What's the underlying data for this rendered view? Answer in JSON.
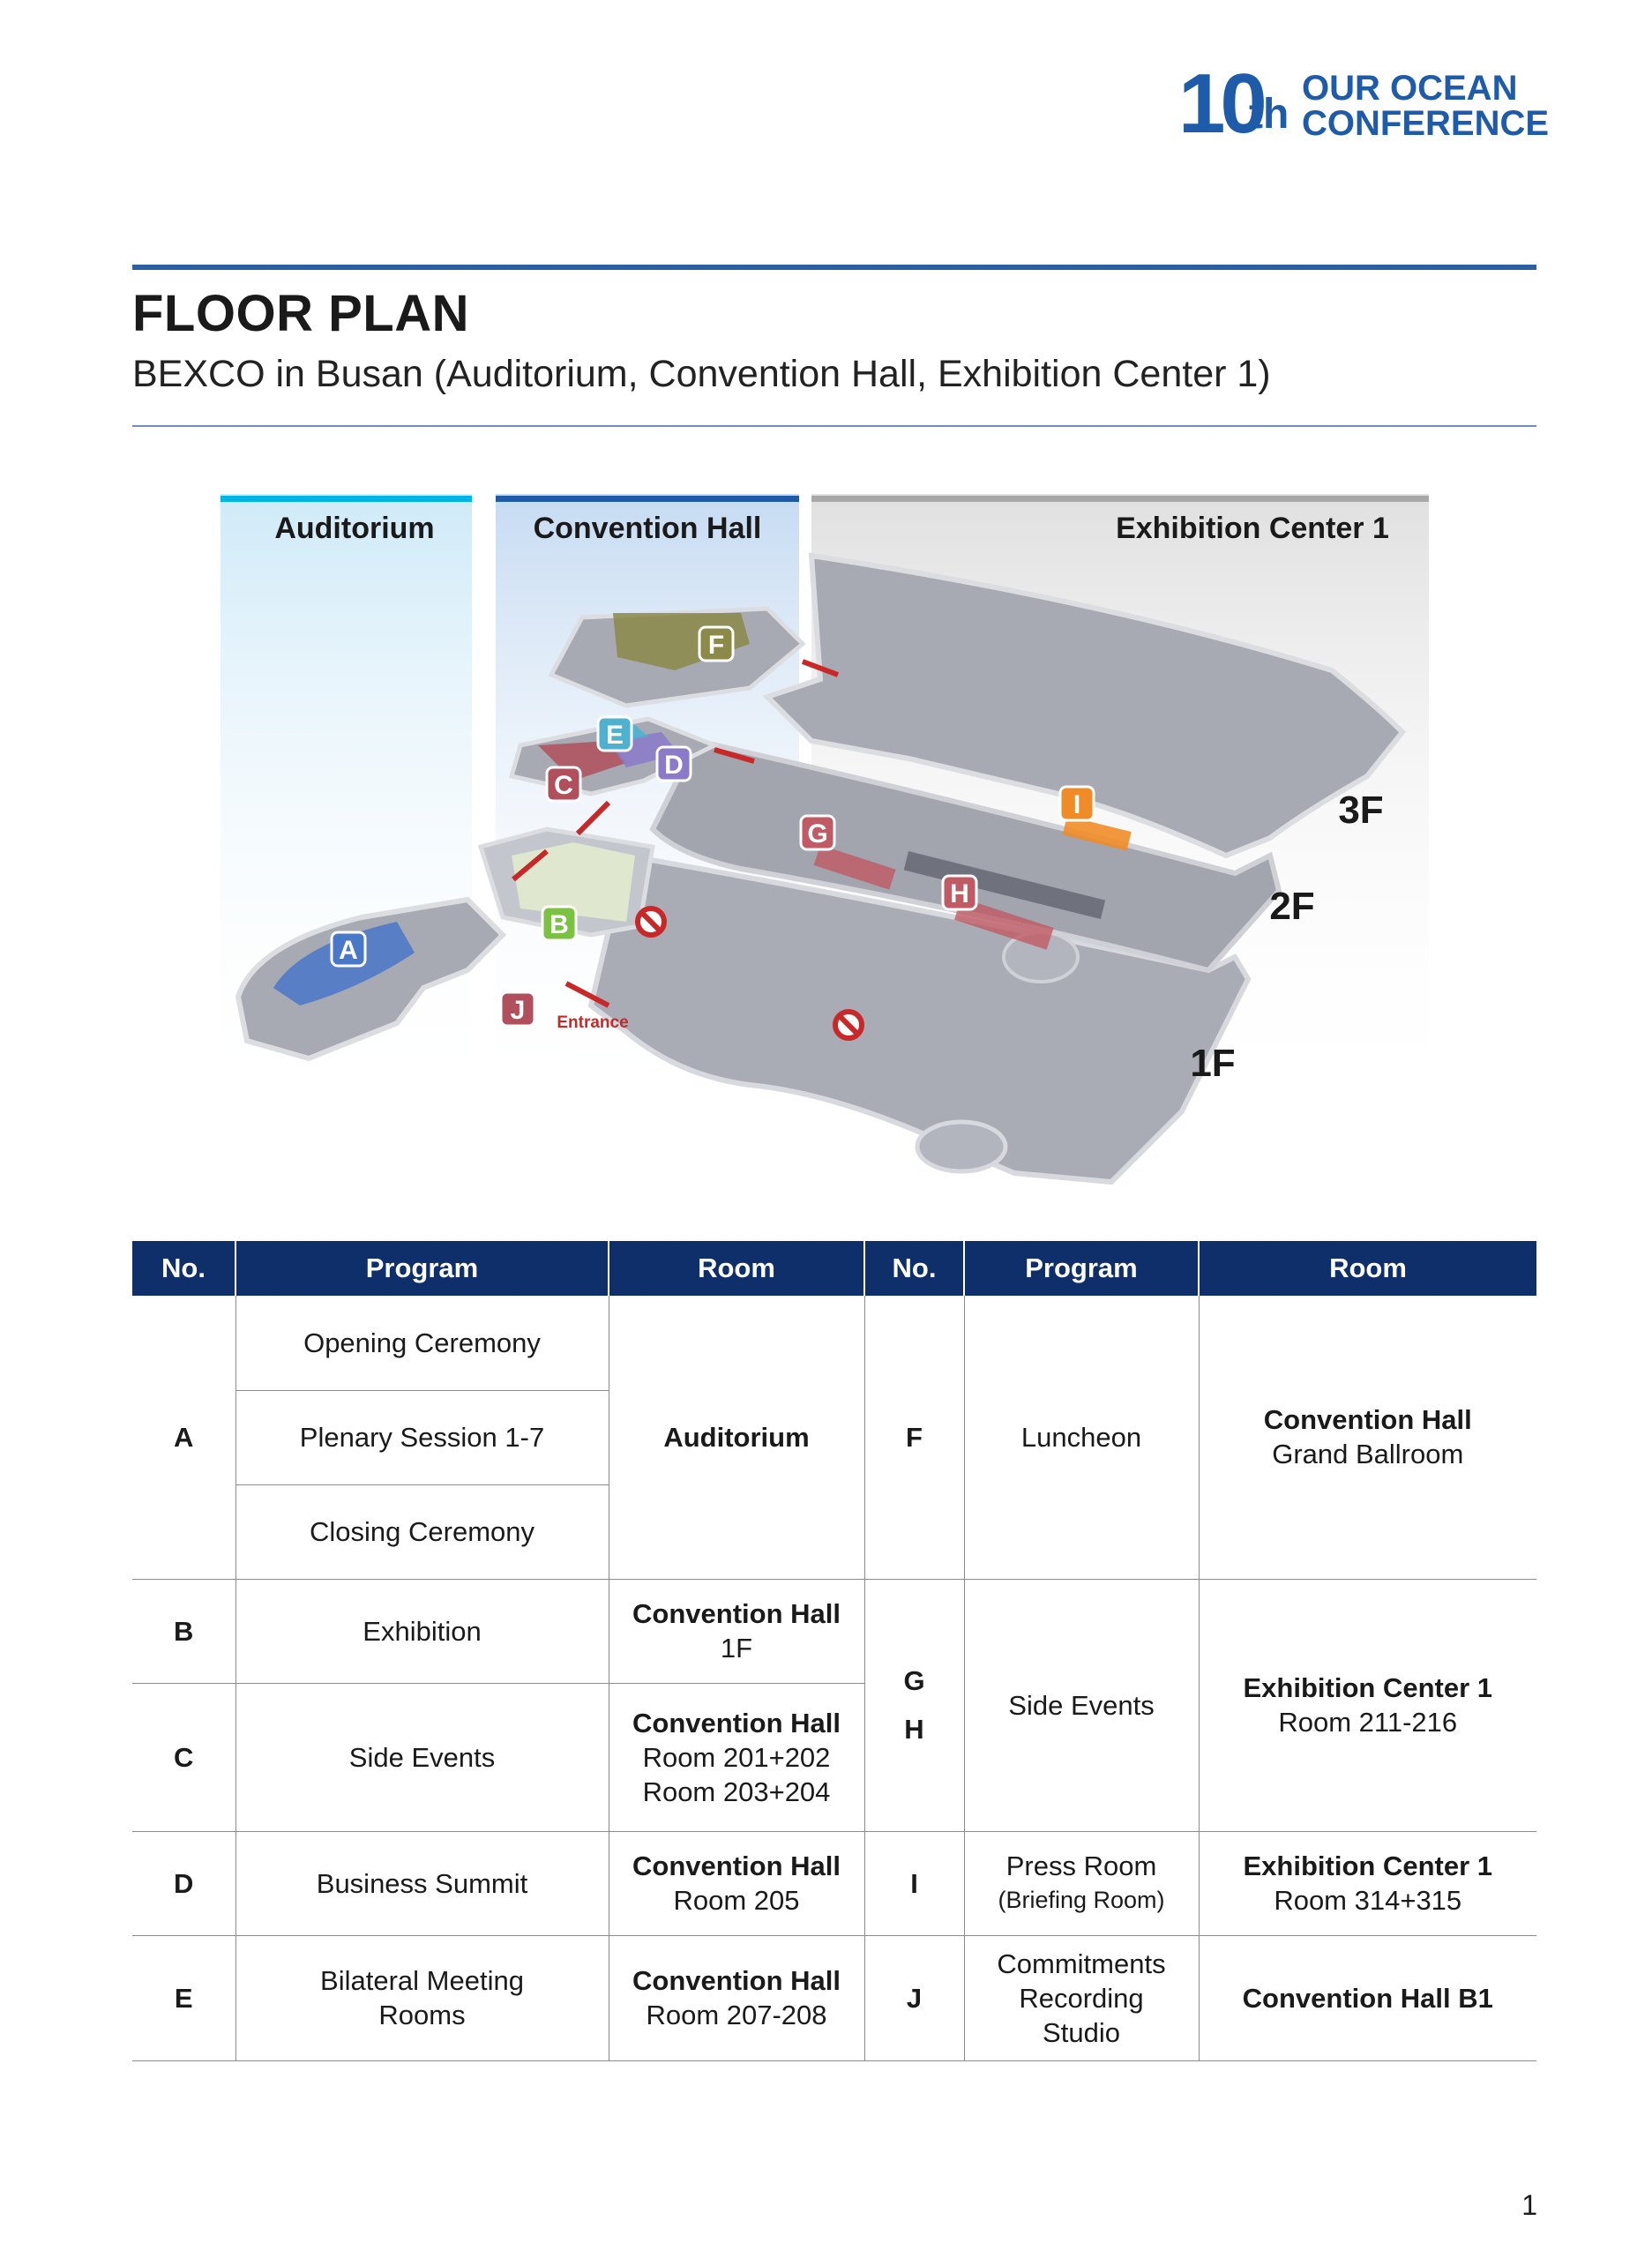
{
  "logo": {
    "number": "10",
    "suffix": "th",
    "line1": "OUR OCEAN",
    "line2": "CONFERENCE"
  },
  "header": {
    "title": "FLOOR PLAN",
    "subtitle": "BEXCO in Busan (Auditorium, Convention Hall, Exhibition Center 1)"
  },
  "floor_plan": {
    "zones": [
      "Auditorium",
      "Convention Hall",
      "Exhibition Center 1"
    ],
    "floors": [
      "3F",
      "2F",
      "1F"
    ],
    "entrance_label": "Entrance",
    "markers": [
      "A",
      "B",
      "C",
      "D",
      "E",
      "F",
      "G",
      "H",
      "I",
      "J"
    ],
    "colors": {
      "auditorium_band": "#00b4e6",
      "convention_band": "#1f5aa8",
      "exhibition_band": "#a8a8a8",
      "arrow": "#c82828",
      "marker_A": "#4a78c8",
      "marker_B": "#7cc242",
      "marker_C": "#b0505c",
      "marker_D": "#8a7ac8",
      "marker_E": "#4fb0d0",
      "marker_F": "#8c8a48",
      "marker_G": "#c05a64",
      "marker_H": "#c05a64",
      "marker_I": "#f08c28",
      "marker_J": "#b0505c"
    }
  },
  "table": {
    "headers": [
      "No.",
      "Program",
      "Room",
      "No.",
      "Program",
      "Room"
    ],
    "left": {
      "A": {
        "no": "A",
        "programs": [
          "Opening Ceremony",
          "Plenary Session 1-7",
          "Closing Ceremony"
        ],
        "room": "Auditorium"
      },
      "B": {
        "no": "B",
        "program": "Exhibition",
        "room1": "Convention Hall",
        "room2": "1F"
      },
      "C": {
        "no": "C",
        "program": "Side Events",
        "room1": "Convention Hall",
        "room2": "Room 201+202",
        "room3": "Room 203+204"
      },
      "D": {
        "no": "D",
        "program": "Business Summit",
        "room1": "Convention Hall",
        "room2": "Room 205"
      },
      "E": {
        "no": "E",
        "program1": "Bilateral Meeting",
        "program2": "Rooms",
        "room1": "Convention Hall",
        "room2": "Room 207-208"
      }
    },
    "right": {
      "F": {
        "no": "F",
        "program": "Luncheon",
        "room1": "Convention Hall",
        "room2": "Grand Ballroom"
      },
      "GH": {
        "no1": "G",
        "no2": "H",
        "program": "Side Events",
        "room1": "Exhibition Center 1",
        "room2": "Room 211-216"
      },
      "I": {
        "no": "I",
        "program1": "Press Room",
        "program2": "(Briefing Room)",
        "room1": "Exhibition Center 1",
        "room2": "Room 314+315"
      },
      "J": {
        "no": "J",
        "program1": "Commitments",
        "program2": "Recording",
        "program3": "Studio",
        "room": "Convention Hall B1"
      }
    }
  },
  "page_number": "1"
}
